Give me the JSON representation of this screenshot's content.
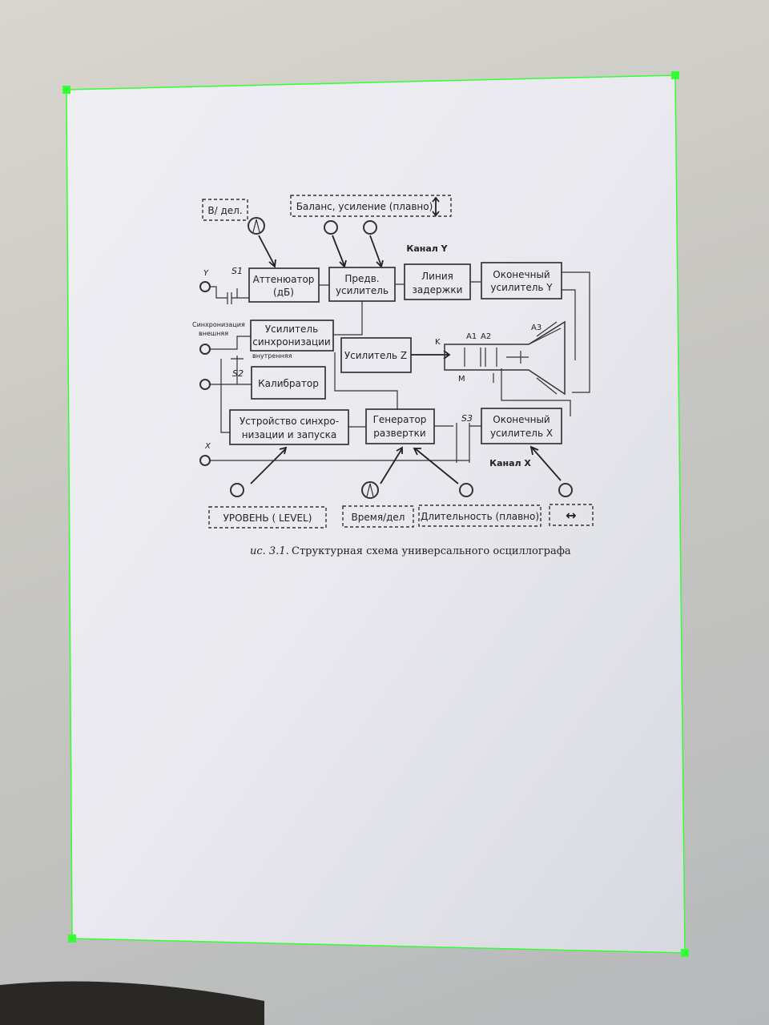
{
  "photo": {
    "corner_handles": 4,
    "handle_color": "#33ff33",
    "outline_color": "#33ff33"
  },
  "diagram": {
    "top_controls": {
      "volts_per_div": "В/ дел.",
      "balance_gain": "Баланс, усиление (плавно)"
    },
    "channel_y": "Канал Y",
    "channel_x": "Канал X",
    "blocks": {
      "attenuator_1": "Аттенюатор",
      "attenuator_2": "(дБ)",
      "preamp_1": "Предв.",
      "preamp_2": "усилитель",
      "delay_1": "Линия",
      "delay_2": "задержки",
      "final_y_1": "Оконечный",
      "final_y_2": "усилитель  Y",
      "sync_amp_1": "Усилитель",
      "sync_amp_2": "синхронизации",
      "amp_z": "Усилитель Z",
      "calibrator": "Калибратор",
      "sync_trigger_1": "Устройство  синхро-",
      "sync_trigger_2": "низации и запуска",
      "sweep_gen_1": "Генератор",
      "sweep_gen_2": "развертки",
      "final_x_1": "Оконечный",
      "final_x_2": "усилитель  X"
    },
    "labels": {
      "y_input": "Y",
      "s1": "S1",
      "sync_external_1": "Синхронизация",
      "sync_external_2": "внешняя",
      "sync_internal": "внутренняя",
      "s2": "S2",
      "x_input": "X",
      "s3": "S3",
      "crt_k": "K",
      "crt_a1": "A1",
      "crt_a2": "A2",
      "crt_a3": "A3",
      "crt_m": "M"
    },
    "bottom_controls": {
      "level": "УРОВЕНЬ ( LEVEL)",
      "time_div": "Время/дел",
      "duration": "Длительность (плавно)",
      "shift": "↔"
    },
    "caption_prefix": "ис. 3.1.",
    "caption": "Структурная схема универсального осциллографа"
  }
}
